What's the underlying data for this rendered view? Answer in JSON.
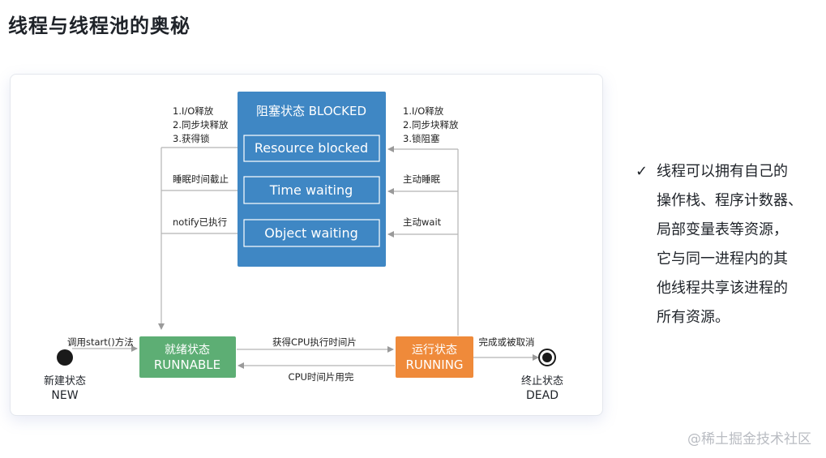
{
  "page": {
    "title": "线程与线程池的奥秘"
  },
  "diagram": {
    "blocked": {
      "title": "阻塞状态 BLOCKED",
      "resource": "Resource blocked",
      "time": "Time waiting",
      "object": "Object waiting"
    },
    "runnable": {
      "cn": "就绪状态",
      "en": "RUNNABLE"
    },
    "running": {
      "cn": "运行状态",
      "en": "RUNNING"
    },
    "new_state": {
      "cn": "新建状态",
      "en": "NEW"
    },
    "dead_state": {
      "cn": "终止状态",
      "en": "DEAD"
    },
    "labels": {
      "left_release": [
        "1.I/O释放",
        "2.同步块释放",
        "3.获得锁"
      ],
      "sleep_end": "睡眠时间截止",
      "notify": "notify已执行",
      "right_block": [
        "1.I/O释放",
        "2.同步块释放",
        "3.锁阻塞"
      ],
      "active_sleep": "主动睡眠",
      "active_wait": "主动wait",
      "call_start": "调用start()方法",
      "get_cpu": "获得CPU执行时间片",
      "cpu_used": "CPU时间片用完",
      "done": "完成或被取消"
    },
    "colors": {
      "blocked": "#3f87c4",
      "runnable": "#5dae74",
      "running": "#ef8a3a",
      "line": "#b5b5b5"
    }
  },
  "note": {
    "check_icon": "check-icon",
    "lines": [
      "线程可以拥有自己的",
      "操作栈、程序计数器、",
      "局部变量表等资源，",
      "它与同一进程内的其",
      "他线程共享该进程的",
      "所有资源。"
    ]
  },
  "watermark": "@稀土掘金技术社区"
}
